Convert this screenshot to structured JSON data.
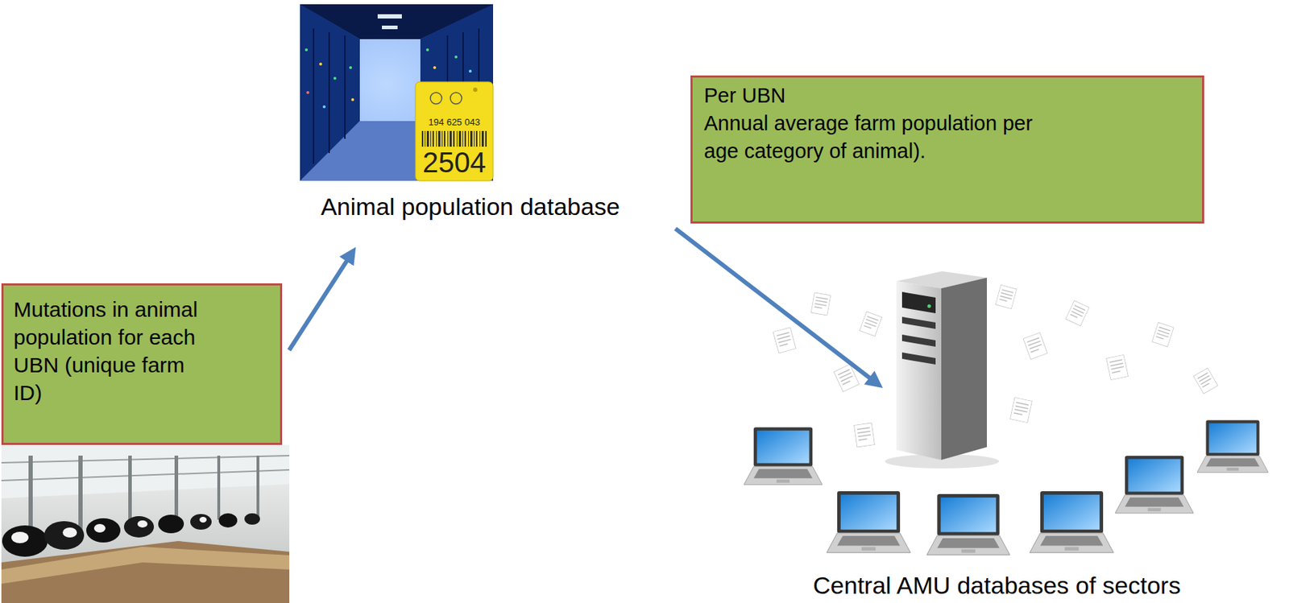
{
  "diagram": {
    "nodes": [
      {
        "text": [
          "Mutations in animal population for each UBN (unique farm ID)"
        ]
      },
      {
        "text": [
          "Animal population database"
        ]
      },
      {
        "text": [
          "Per UBN",
          "Annual average farm population per age category of animal)."
        ]
      },
      {
        "text": [
          "Central AMU databases of sectors"
        ]
      }
    ],
    "edges": [
      {
        "from": 0,
        "to": 1,
        "arrow": "to"
      },
      {
        "from": 1,
        "to": 3,
        "arrow": "to"
      }
    ],
    "labels": [
      "194 625 043",
      "2504"
    ]
  }
}
